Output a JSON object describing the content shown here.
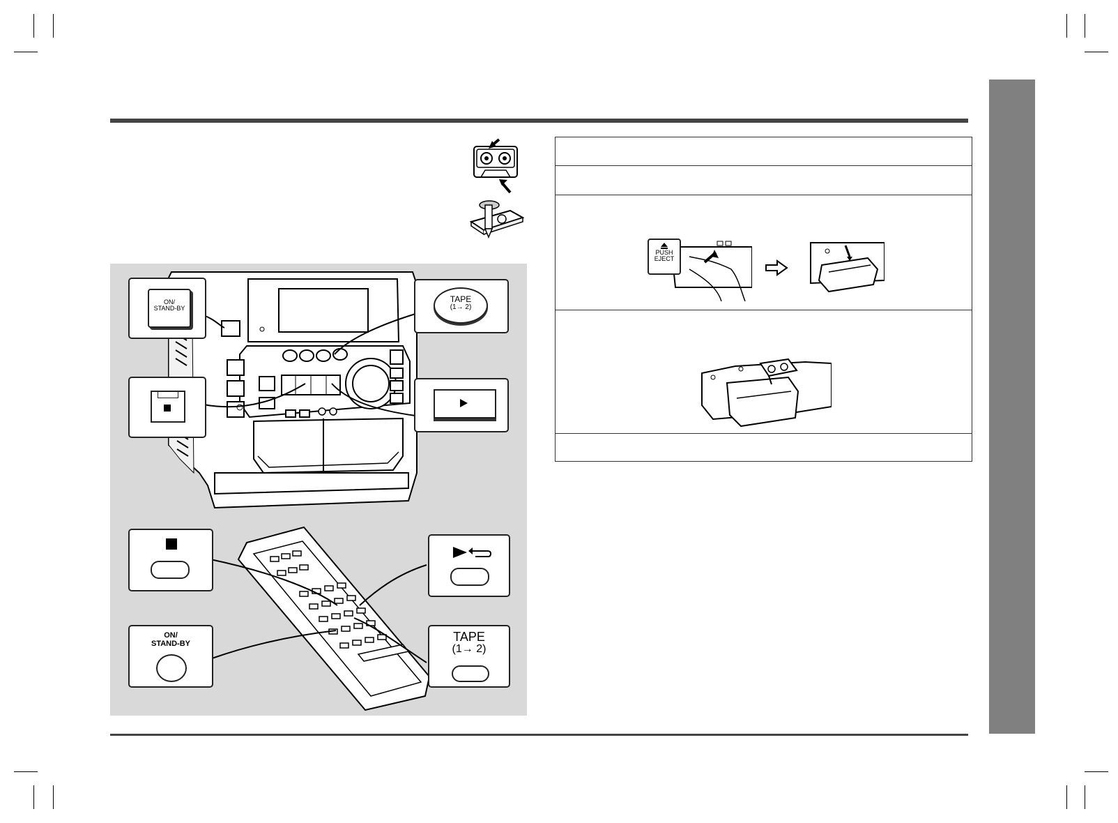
{
  "panel": {
    "on_standby_top": "ON/\nSTAND-BY",
    "tape_top_title": "TAPE",
    "tape_top_sub": "(1→ 2)",
    "on_standby_remote": "ON/\nSTAND-BY",
    "tape_remote_title": "TAPE",
    "tape_remote_sub": "(1→ 2)"
  },
  "eject_button": {
    "label_line1": "PUSH",
    "label_line2": "EJECT"
  },
  "colors": {
    "rule": "#444444",
    "illustration_bg": "#d9d9d9",
    "side_tab": "#808080",
    "table_border": "#333333"
  }
}
